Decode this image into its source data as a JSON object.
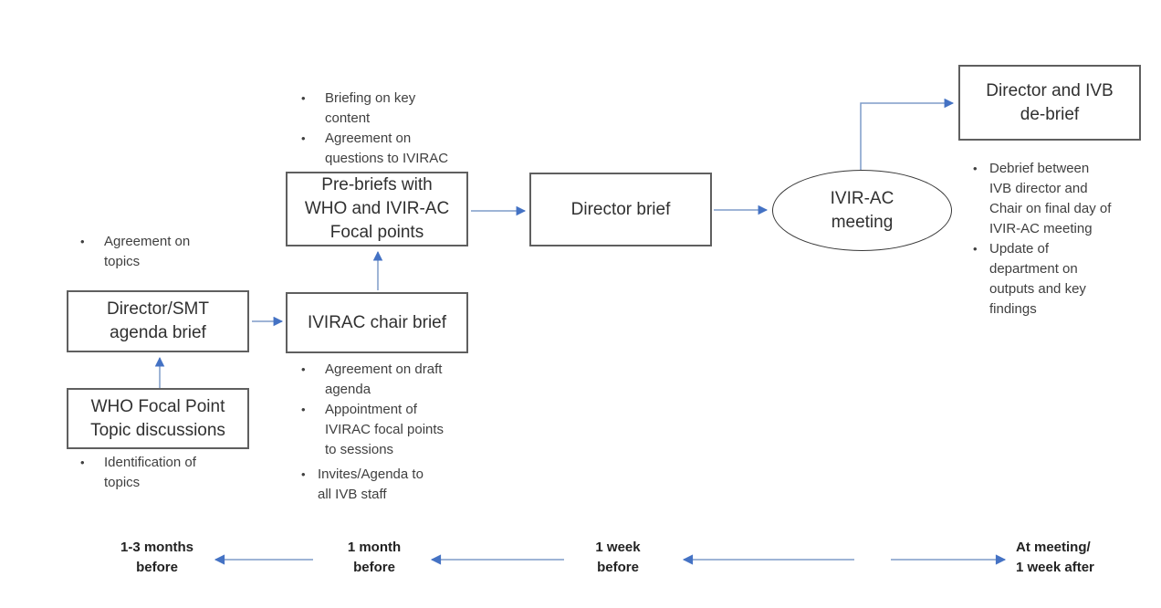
{
  "boxes": {
    "who_focal": "WHO Focal Point\nTopic discussions",
    "director_smt": "Director/SMT\nagenda brief",
    "ivirac_chair": "IVIRAC chair brief",
    "pre_briefs": "Pre-briefs with\nWHO and IVIR-AC\nFocal points",
    "director_brief": "Director brief",
    "ivirac_meeting": "IVIR-AC\nmeeting",
    "director_ivb_debrief": "Director and IVB\nde-brief"
  },
  "notes": {
    "director_smt": [
      "Agreement on\ntopics"
    ],
    "who_focal": [
      "Identification of\ntopics"
    ],
    "pre_briefs": [
      "Briefing on key\ncontent",
      "Agreement on\nquestions to IVIRAC"
    ],
    "ivirac_chair": [
      "Agreement on draft\nagenda",
      "Appointment of\nIVIRAC focal points\nto sessions",
      "Invites/Agenda to\nall IVB staff"
    ],
    "debrief": [
      "Debrief between\nIVB director and\nChair on final day of\nIVIR-AC meeting",
      "Update of\ndepartment on\noutputs and key\nfindings"
    ]
  },
  "timeline": {
    "labels": [
      "1-3 months\nbefore",
      "1 month\nbefore",
      "1 week\nbefore",
      "At meeting/\n1 week after"
    ]
  },
  "bullet_glyph": "•",
  "colors": {
    "arrow_head": "#4472C4",
    "arrow_line": "#7f9cc9",
    "box_border": "#5f5f5f",
    "ellipse_border": "#383838",
    "text": "#303030",
    "note_text": "#3f3f3f"
  }
}
